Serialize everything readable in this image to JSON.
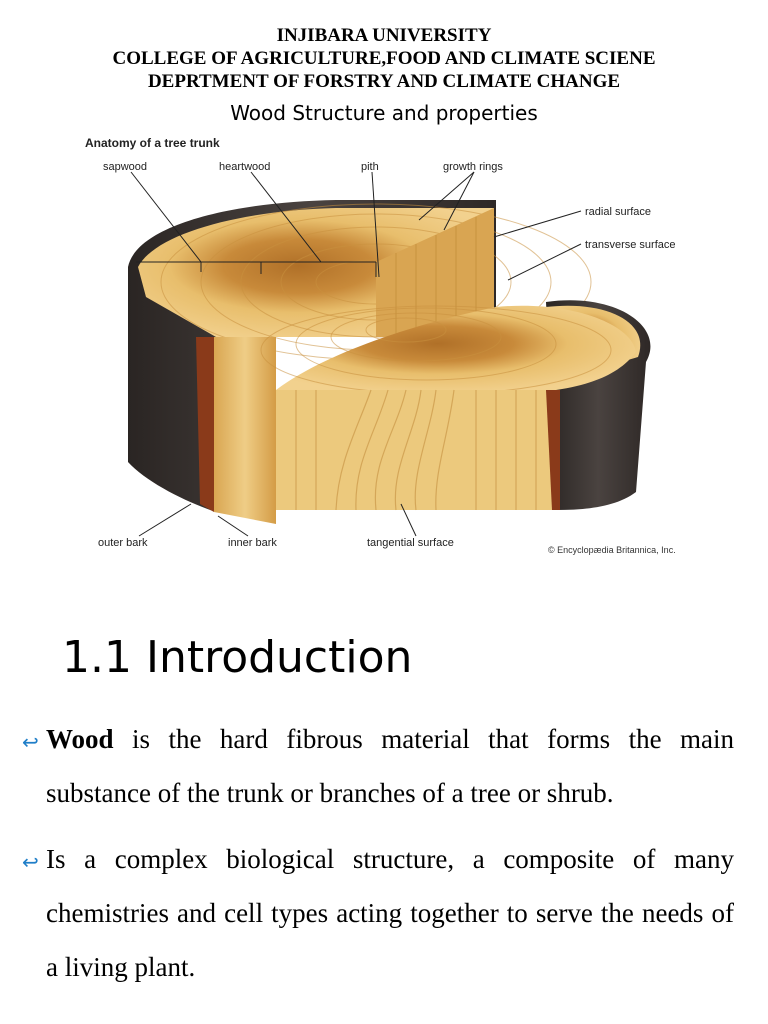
{
  "header": {
    "line1": "INJIBARA UNIVERSITY",
    "line2": "COLLEGE OF AGRICULTURE,FOOD AND CLIMATE SCIENE",
    "line3": "DEPRTMENT OF FORSTRY AND CLIMATE CHANGE"
  },
  "subtitle": "Wood Structure and properties",
  "figure": {
    "title": "Anatomy of a tree trunk",
    "labels": {
      "sapwood": "sapwood",
      "heartwood": "heartwood",
      "pith": "pith",
      "growth_rings": "growth rings",
      "radial_surface": "radial surface",
      "transverse_surface": "transverse surface",
      "outer_bark": "outer bark",
      "inner_bark": "inner bark",
      "tangential_surface": "tangential surface"
    },
    "credit": "© Encyclopædia Britannica, Inc."
  },
  "section": {
    "title": "1.1 Introduction"
  },
  "bullets": [
    {
      "icon": "curl-bullet-icon",
      "term": "Wood",
      "text": " is the hard fibrous material that forms the main substance of the trunk or branches of a tree or shrub."
    },
    {
      "icon": "curl-bullet-icon",
      "text": "Is a complex biological structure, a composite of many chemistries and cell types acting together to serve the needs of a living plant."
    }
  ],
  "colors": {
    "bullet": "#1f7ec8",
    "wood_light": "#e8be6c",
    "wood_dark": "#b97a2c",
    "bark": "#3b3431"
  }
}
